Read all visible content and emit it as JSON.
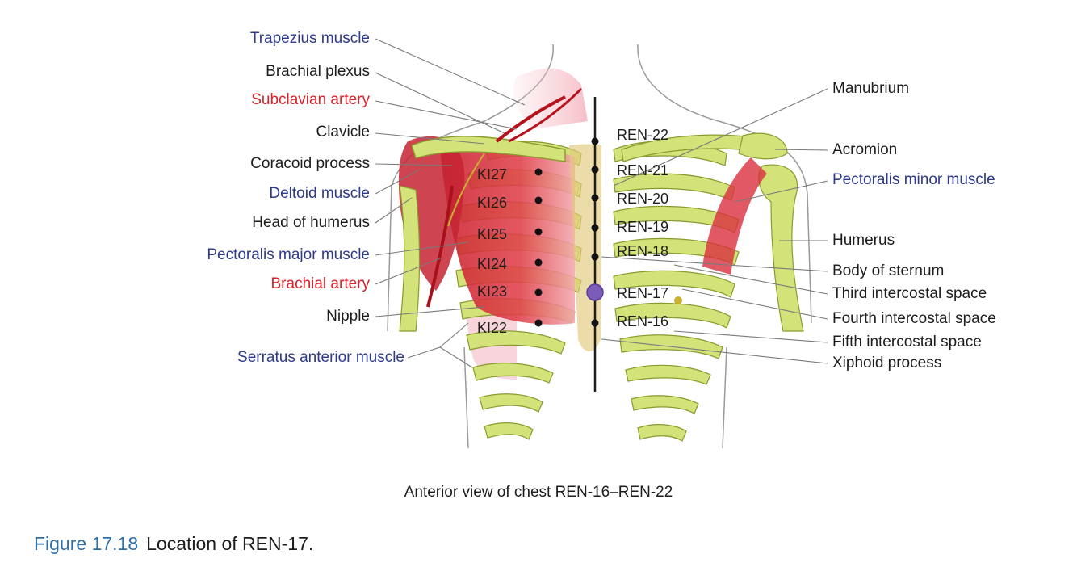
{
  "labels_left": [
    {
      "id": "trapezius",
      "text": "Trapezius muscle",
      "color": "blue"
    },
    {
      "id": "brachial-plexus",
      "text": "Brachial plexus",
      "color": "black"
    },
    {
      "id": "subclavian-artery",
      "text": "Subclavian artery",
      "color": "red"
    },
    {
      "id": "clavicle",
      "text": "Clavicle",
      "color": "black"
    },
    {
      "id": "coracoid",
      "text": "Coracoid process",
      "color": "black"
    },
    {
      "id": "deltoid",
      "text": "Deltoid muscle",
      "color": "blue"
    },
    {
      "id": "head-humerus",
      "text": "Head of humerus",
      "color": "black"
    },
    {
      "id": "pectoralis-major",
      "text": "Pectoralis major muscle",
      "color": "blue"
    },
    {
      "id": "brachial-artery",
      "text": "Brachial artery",
      "color": "red"
    },
    {
      "id": "nipple",
      "text": "Nipple",
      "color": "black"
    },
    {
      "id": "serratus",
      "text": "Serratus anterior muscle",
      "color": "blue"
    }
  ],
  "labels_right": [
    {
      "id": "manubrium",
      "text": "Manubrium",
      "color": "black"
    },
    {
      "id": "acromion",
      "text": "Acromion",
      "color": "black"
    },
    {
      "id": "pectoralis-minor",
      "text": "Pectoralis minor muscle",
      "color": "blue"
    },
    {
      "id": "humerus",
      "text": "Humerus",
      "color": "black"
    },
    {
      "id": "body-sternum",
      "text": "Body of sternum",
      "color": "black"
    },
    {
      "id": "third-ics",
      "text": "Third intercostal space",
      "color": "black"
    },
    {
      "id": "fourth-ics",
      "text": "Fourth intercostal space",
      "color": "black"
    },
    {
      "id": "fifth-ics",
      "text": "Fifth intercostal space",
      "color": "black"
    },
    {
      "id": "xiphoid",
      "text": "Xiphoid process",
      "color": "black"
    }
  ],
  "ki_points": [
    "KI27",
    "KI26",
    "KI25",
    "KI24",
    "KI23",
    "KI22"
  ],
  "ren_points": [
    "REN-22",
    "REN-21",
    "REN-20",
    "REN-19",
    "REN-18",
    "REN-17",
    "REN-16"
  ],
  "highlight_point": "REN-17",
  "colors": {
    "bone": "#d4e27a",
    "bone_edge": "#8a9a2e",
    "muscle": "#d8303d",
    "label_blue": "#2e3a8c",
    "label_red": "#d9222a",
    "highlight": "#7b5cb8"
  },
  "caption": "Anterior view of chest REN-16–REN-22",
  "figure": {
    "number": "Figure 17.18",
    "title": "Location of REN-17."
  }
}
